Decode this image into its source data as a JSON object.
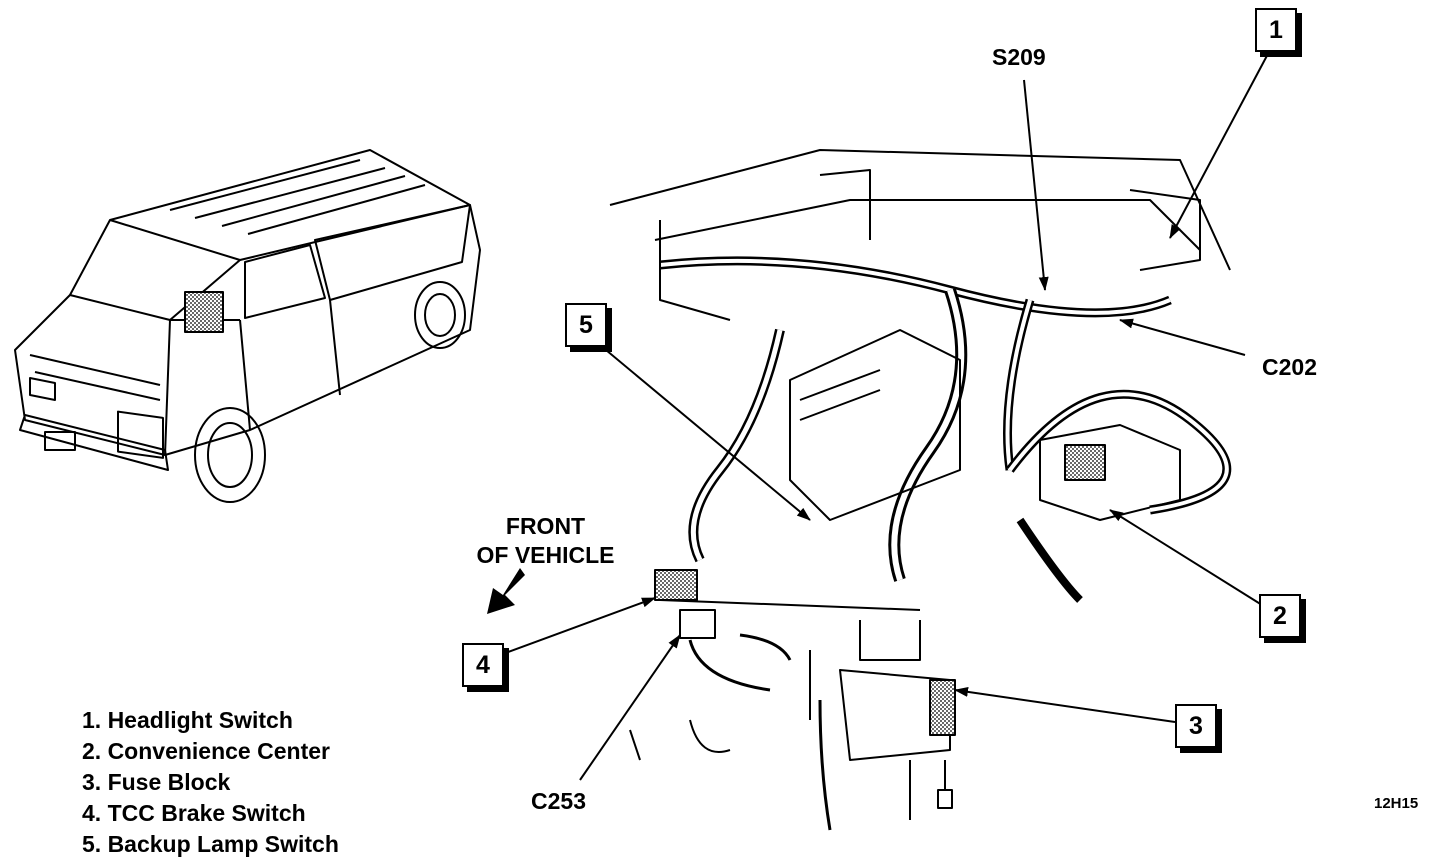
{
  "labels": {
    "s209": "S209",
    "c202": "C202",
    "c253": "C253",
    "front_line1": "FRONT",
    "front_line2": "OF VEHICLE"
  },
  "callouts": [
    "1",
    "2",
    "3",
    "4",
    "5"
  ],
  "legend": [
    "1. Headlight Switch",
    "2. Convenience Center",
    "3. Fuse Block",
    "4. TCC Brake Switch",
    "5. Backup Lamp Switch"
  ],
  "figure_id": "12H15",
  "colors": {
    "ink": "#000000",
    "paper": "#ffffff",
    "shade": "#9a9a9a"
  }
}
